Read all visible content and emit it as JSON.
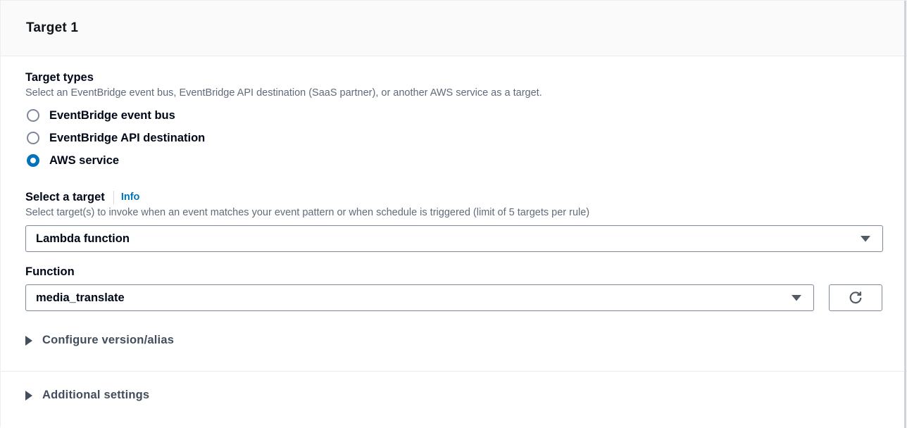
{
  "panel": {
    "title": "Target 1"
  },
  "target_types": {
    "label": "Target types",
    "description": "Select an EventBridge event bus, EventBridge API destination (SaaS partner), or another AWS service as a target.",
    "options": [
      {
        "label": "EventBridge event bus",
        "selected": false
      },
      {
        "label": "EventBridge API destination",
        "selected": false
      },
      {
        "label": "AWS service",
        "selected": true
      }
    ]
  },
  "select_target": {
    "label": "Select a target",
    "info_label": "Info",
    "description": "Select target(s) to invoke when an event matches your event pattern or when schedule is triggered (limit of 5 targets per rule)",
    "selected_value": "Lambda function"
  },
  "function_field": {
    "label": "Function",
    "selected_value": "media_translate"
  },
  "expanders": [
    {
      "label": "Configure version/alias",
      "expanded": false
    },
    {
      "label": "Additional settings",
      "expanded": false
    }
  ],
  "icons": {
    "dropdown_caret": "chevron-down-icon",
    "refresh": "refresh-icon",
    "expander": "triangle-right-icon"
  },
  "colors": {
    "accent_blue": "#0073bb",
    "header_background": "#fafafa",
    "divider": "#e9ebed",
    "control_border": "#7d8998",
    "icon_gray": "#545b64",
    "text_dark": "#000716",
    "text_gray": "#5f6b7a"
  }
}
